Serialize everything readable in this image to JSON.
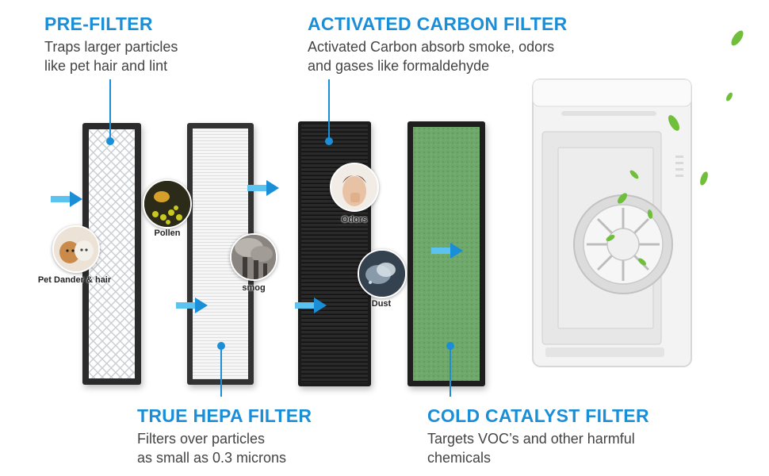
{
  "sections": {
    "pre_filter": {
      "title": "PRE-FILTER",
      "desc_lines": [
        "Traps larger particles",
        "like pet hair and lint"
      ]
    },
    "carbon_filter": {
      "title": "ACTIVATED CARBON FILTER",
      "desc_lines": [
        "Activated Carbon absorb smoke, odors",
        "and gases like formaldehyde"
      ]
    },
    "hepa_filter": {
      "title": "TRUE HEPA FILTER",
      "desc_lines": [
        "Filters over particles",
        "as small as 0.3 microns"
      ]
    },
    "catalyst_filter": {
      "title": "COLD CATALYST FILTER",
      "desc_lines": [
        "Targets VOC’s and other harmful",
        "chemicals"
      ]
    }
  },
  "pollutants": {
    "pet": "Pet Dander & hair",
    "pollen": "Pollen",
    "smog": "smog",
    "odors": "Odors",
    "dust": "Dust"
  },
  "colors": {
    "accent": "#1a8fd8",
    "frame": "#2b2b2b",
    "carbon": "#1f1f1f",
    "catalyst": "#6fa86b",
    "hepa": "#f4f4f4"
  }
}
